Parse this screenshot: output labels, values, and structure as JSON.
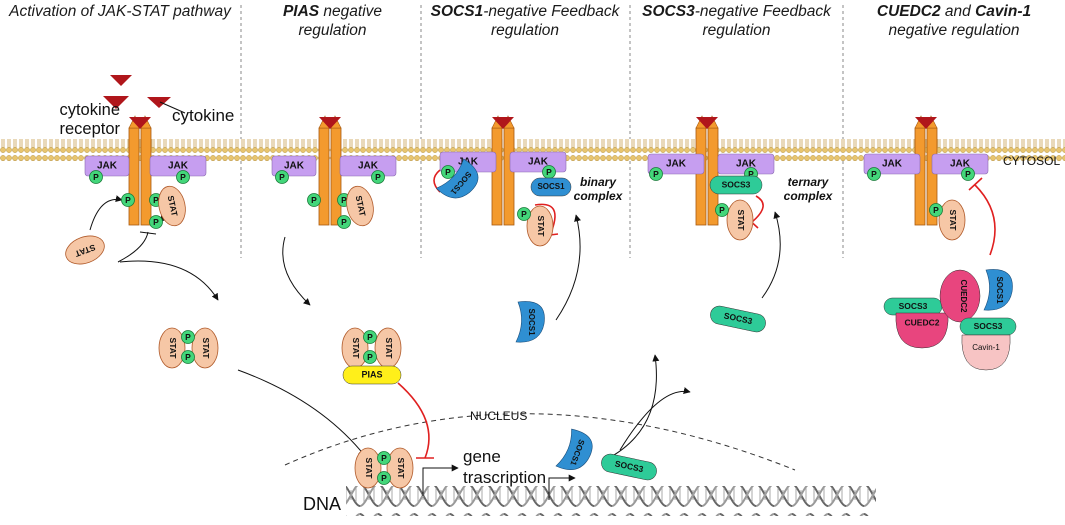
{
  "headers": {
    "p1": {
      "text": "Activation of JAK-STAT pathway"
    },
    "p2": {
      "bold": "PIAS",
      "rest": " negative regulation"
    },
    "p3": {
      "bold": "SOCS1",
      "rest": "-negative Feedback regulation"
    },
    "p4": {
      "bold": "SOCS3",
      "rest": "-negative Feedback regulation"
    },
    "p5": {
      "bold1": "CUEDC2",
      "mid": " and ",
      "bold2": "Cavin-1",
      "rest": " negative regulation"
    }
  },
  "labels": {
    "cytokine_receptor": "cytokine receptor",
    "cytokine": "cytokine",
    "cytosol": "CYTOSOL",
    "nucleus": "NUCLEUS",
    "dna": "DNA",
    "gene_transcription": "gene trascription",
    "binary_complex": "binary complex",
    "ternary_complex": "ternary complex"
  },
  "molecules": {
    "jak": "JAK",
    "stat": "STAT",
    "p": "P",
    "socs1": "SOCS1",
    "socs3": "SOCS3",
    "pias": "PIAS",
    "cuedc2": "CUEDC2",
    "cavin1": "Cavin-1"
  },
  "colors": {
    "membrane": "#e8c56f",
    "receptor": "#f39a2e",
    "cytokine": "#b0161b",
    "jak": "#c69ef0",
    "stat": "#f6c7a6",
    "phosphate": "#43d67a",
    "socs1": "#2f8fd2",
    "socs3": "#2ecb98",
    "pias": "#ffef1a",
    "cuedc2": "#e8457e",
    "cavin1": "#f7c4c4",
    "inhibition": "#e02020"
  }
}
